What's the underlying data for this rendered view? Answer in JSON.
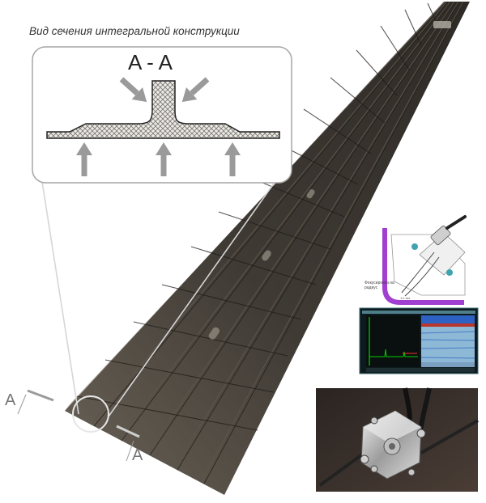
{
  "figure": {
    "title": "Вид сечения интегральной конструкции",
    "section_label": "A - A",
    "section_mark_left": "A",
    "section_mark_right": "A"
  },
  "probe_diagram": {
    "callout": "Фокусировка на радиус",
    "scale_note": "1/1 мм"
  },
  "colors": {
    "panel_dark": "#3a3630",
    "panel_stringer": "#4d473f",
    "diagram_purple": "#a13fd0",
    "probe_dot": "#3fa3b0",
    "scan_green": "#00d000",
    "scan_blue": "#2d61c4",
    "arrow_grey": "#9a9a9a"
  }
}
